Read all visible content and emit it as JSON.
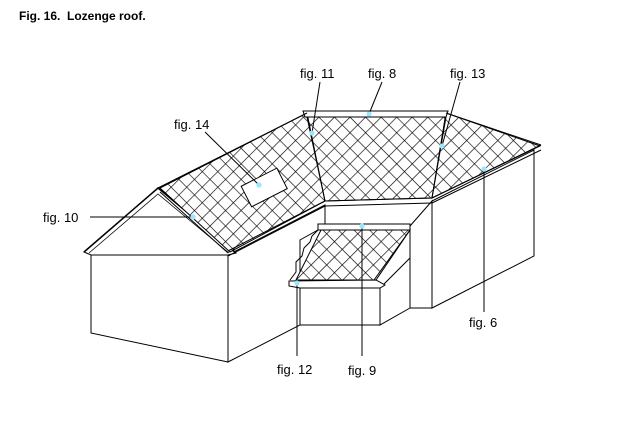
{
  "caption": "Fig. 16.  Lozenge roof.",
  "labels": {
    "fig11": "fig. 11",
    "fig8": "fig. 8",
    "fig13": "fig. 13",
    "fig14": "fig. 14",
    "fig10": "fig. 10",
    "fig6": "fig. 6",
    "fig12": "fig. 12",
    "fig9": "fig. 9"
  },
  "colors": {
    "line": "#000000",
    "marker": "#99e6ff",
    "background": "#ffffff"
  }
}
